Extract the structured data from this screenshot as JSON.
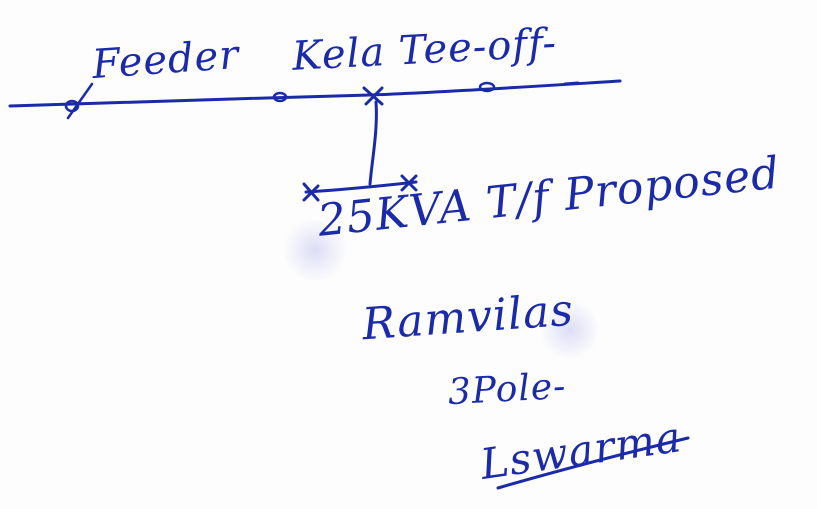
{
  "diagram": {
    "feeder_label": "Feeder",
    "teeoff_label": "Kela Tee-off-",
    "transformer_label": "25KVA T/f Proposed",
    "location_label": "Ramvilas",
    "poles_label": "3Pole-",
    "signature": "Lswarma"
  },
  "colors": {
    "ink": "#1b2aa8",
    "paper": "#fdfdfd"
  }
}
